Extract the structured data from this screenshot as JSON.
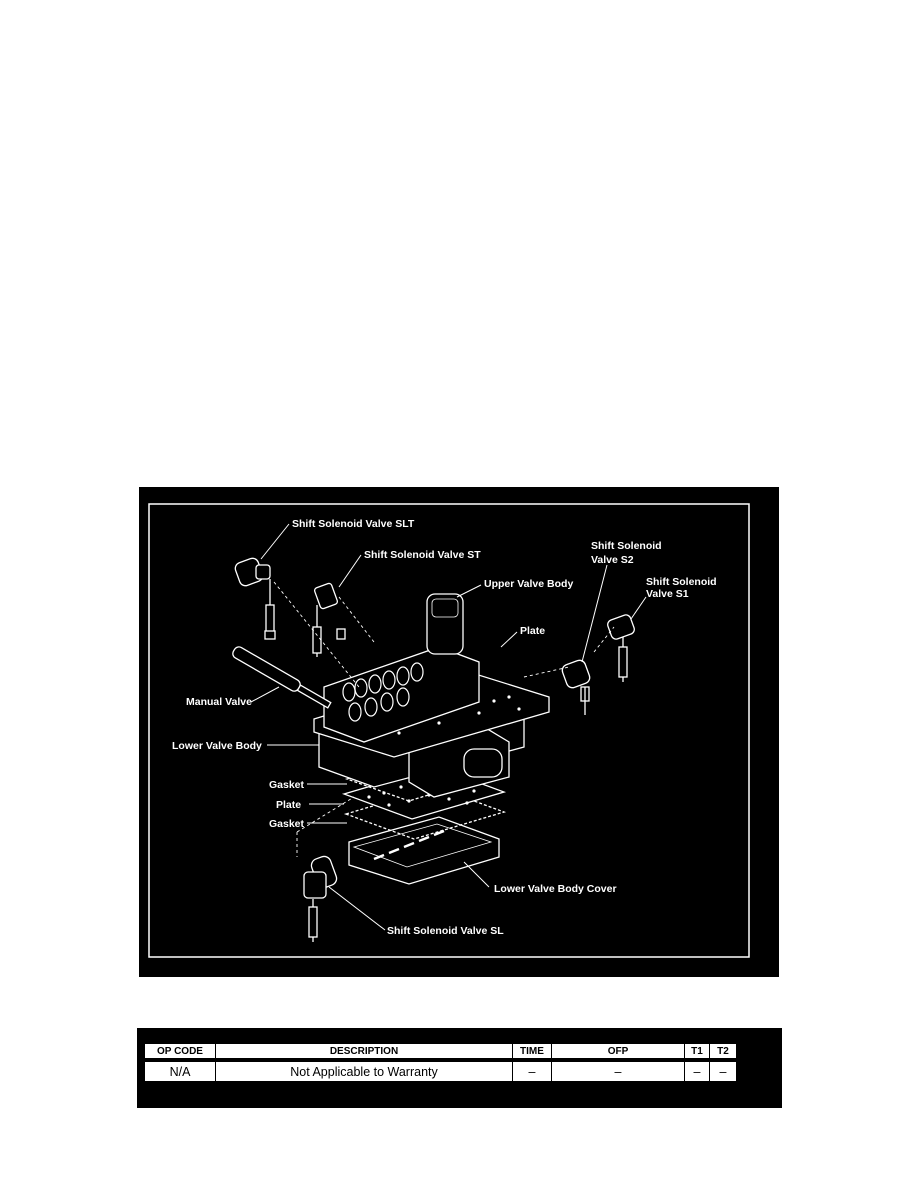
{
  "figure": {
    "labels": {
      "slt": "Shift Solenoid Valve SLT",
      "st": "Shift Solenoid Valve ST",
      "upper_valve_body": "Upper Valve Body",
      "s2_line1": "Shift Solenoid",
      "s2_line2": "Valve S2",
      "s1_line1": "Shift Solenoid",
      "s1_line2": "Valve S1",
      "plate_upper": "Plate",
      "manual_valve": "Manual Valve",
      "lower_valve_body": "Lower Valve Body",
      "gasket_1": "Gasket",
      "plate_lower": "Plate",
      "gasket_2": "Gasket",
      "lower_valve_body_cover": "Lower Valve Body Cover",
      "sl": "Shift Solenoid Valve SL"
    }
  },
  "table": {
    "headers": [
      "OP CODE",
      "DESCRIPTION",
      "TIME",
      "OFP",
      "T1",
      "T2"
    ],
    "row": [
      "N/A",
      "Not Applicable to Warranty",
      "–",
      "–",
      "–",
      "–"
    ]
  }
}
